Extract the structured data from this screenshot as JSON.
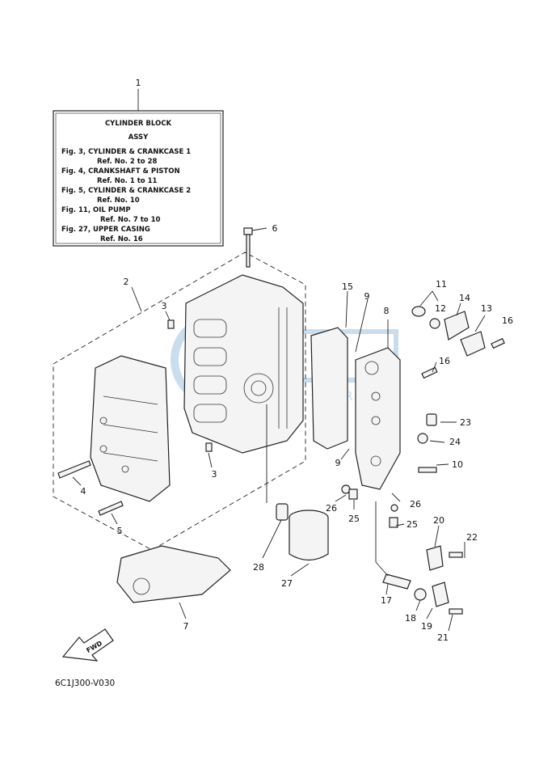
{
  "ref_box": {
    "title": "CYLINDER BLOCK",
    "subtitle": "ASSY",
    "lines": [
      "Fig. 3, CYLINDER & CRANKCASE 1",
      "Ref. No. 2 to 28",
      "Fig. 4, CRANKSHAFT & PISTON",
      "Ref. No. 1 to 11",
      "Fig. 5, CYLINDER & CRANKCASE 2",
      "Ref. No. 10",
      "Fig. 11, OIL PUMP",
      "Ref. No. 7 to 10",
      "Fig. 27, UPPER CASING",
      "Ref. No. 16"
    ]
  },
  "callouts": [
    "1",
    "2",
    "3",
    "3",
    "4",
    "5",
    "6",
    "7",
    "8",
    "9",
    "9",
    "10",
    "11",
    "12",
    "13",
    "14",
    "15",
    "16",
    "16",
    "17",
    "18",
    "19",
    "20",
    "21",
    "22",
    "23",
    "24",
    "25",
    "25",
    "26",
    "26",
    "27",
    "28"
  ],
  "fwd_label": "FWD",
  "diagram_code": "6C1J300-V030",
  "watermark": "PARTS",
  "colors": {
    "watermark": "#9fc3dd",
    "line": "#222222"
  }
}
